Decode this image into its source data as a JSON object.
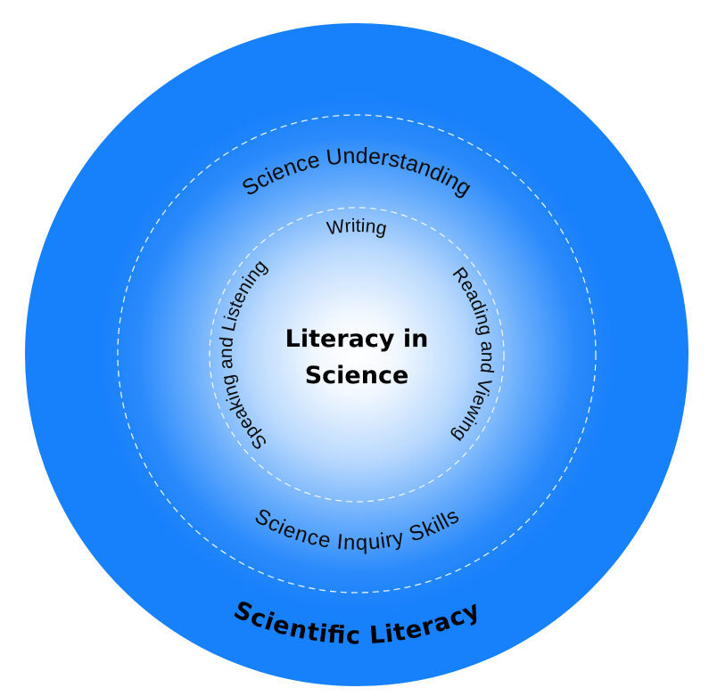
{
  "diagram": {
    "title": "Scientific Literacy",
    "center": {
      "line1": "Literacy in",
      "line2": "Science"
    },
    "outer_ring": {
      "label": "Scientific Literacy",
      "color": "#1780fb"
    },
    "middle_ring": {
      "top_label": "Science Understanding",
      "bottom_label": "Science Inquiry Skills"
    },
    "inner_ring": {
      "top_label": "Writing",
      "right_label": "Reading and Viewing",
      "left_label": "Speaking and Listening"
    },
    "colors": {
      "outer": "#1780fb",
      "gradient_center": "#ffffff",
      "gradient_mid": "#8cc0fb",
      "dashed_line": "#e6f1ff",
      "text": "#0b0b0b"
    }
  }
}
